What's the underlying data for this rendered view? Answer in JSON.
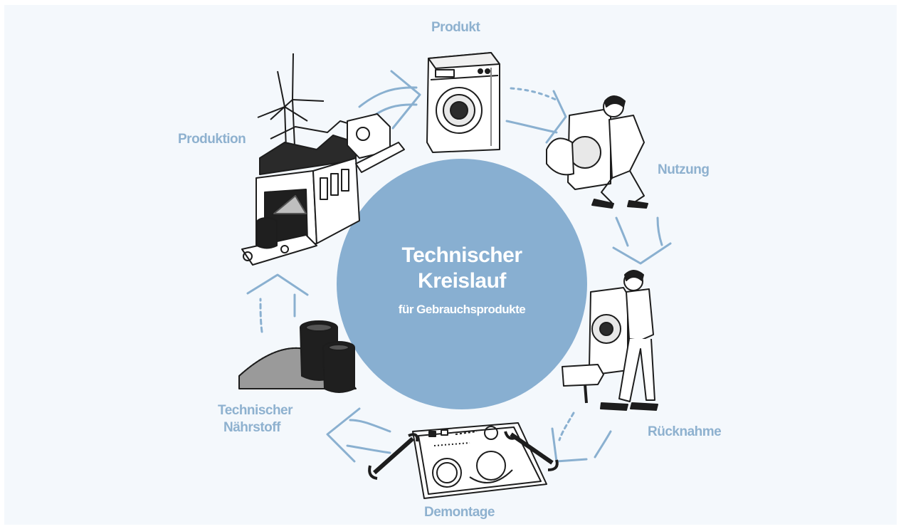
{
  "center": {
    "title_line1": "Technischer",
    "title_line2": "Kreislauf",
    "subtitle": "für Gebrauchsprodukte"
  },
  "stages": {
    "produkt": "Produkt",
    "nutzung": "Nutzung",
    "ruecknahme": "Rücknahme",
    "demontage": "Demontage",
    "naehrstoff_line1": "Technischer",
    "naehrstoff_line2": "Nährstoff",
    "produktion": "Produktion"
  },
  "colors": {
    "background": "#f4f8fc",
    "circle": "#88afd1",
    "label": "#8eb1cf",
    "arrow": "#8ab0d0",
    "ink": "#1d1d1d"
  }
}
